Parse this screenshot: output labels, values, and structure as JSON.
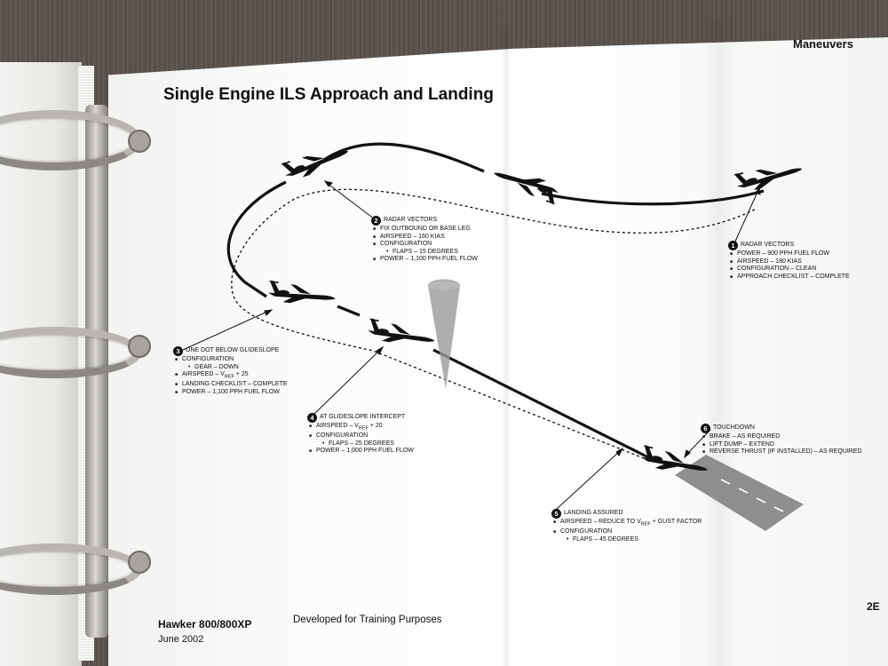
{
  "header": {
    "section": "Maneuvers",
    "title": "Single Engine ILS Approach and Landing"
  },
  "footer": {
    "model": "Hawker 800/800XP",
    "date": "June 2002",
    "note": "Developed for Training Purposes",
    "page_number": "2E"
  },
  "callouts": [
    {
      "number": "1",
      "heading": "RADAR VECTORS",
      "items": [
        {
          "level": 1,
          "text": "POWER – 900 PPH FUEL FLOW"
        },
        {
          "level": 1,
          "text": "AIRSPEED – 180 KIAS"
        },
        {
          "level": 1,
          "text": "CONFIGURATION – CLEAN"
        },
        {
          "level": 1,
          "text": "APPROACH CHECKLIST – COMPLETE"
        }
      ]
    },
    {
      "number": "2",
      "heading": "RADAR VECTORS",
      "items": [
        {
          "level": 1,
          "text": "FIX OUTBOUND OR BASE LEG"
        },
        {
          "level": 1,
          "text": "AIRSPEED – 160 KIAS"
        },
        {
          "level": 1,
          "text": "CONFIGURATION"
        },
        {
          "level": 2,
          "text": "FLAPS – 15 DEGREES"
        },
        {
          "level": 1,
          "text": "POWER – 1,100 PPH FUEL FLOW"
        }
      ]
    },
    {
      "number": "3",
      "heading": "ONE DOT BELOW GLIDESLOPE",
      "items": [
        {
          "level": 1,
          "text": "CONFIGURATION"
        },
        {
          "level": 2,
          "text": "GEAR – DOWN"
        },
        {
          "level": 1,
          "text": "AIRSPEED – V",
          "sub": "REF",
          "after": " + 25"
        },
        {
          "level": 1,
          "text": "LANDING CHECKLIST – COMPLETE"
        },
        {
          "level": 1,
          "text": "POWER – 1,100 PPH FUEL FLOW"
        }
      ]
    },
    {
      "number": "4",
      "heading": "AT GLIDESLOPE INTERCEPT",
      "items": [
        {
          "level": 1,
          "text": "AIRSPEED – V",
          "sub": "REF",
          "after": " + 20"
        },
        {
          "level": 1,
          "text": "CONFIGURATION"
        },
        {
          "level": 2,
          "text": "FLAPS – 25 DEGREES"
        },
        {
          "level": 1,
          "text": "POWER – 1,000 PPH FUEL FLOW"
        }
      ]
    },
    {
      "number": "5",
      "heading": "LANDING ASSURED",
      "items": [
        {
          "level": 1,
          "text": "AIRSPEED – REDUCE TO V",
          "sub": "REF",
          "after": " + GUST FACTOR"
        },
        {
          "level": 1,
          "text": "CONFIGURATION"
        },
        {
          "level": 2,
          "text": "FLAPS – 45 DEGREES"
        }
      ]
    },
    {
      "number": "6",
      "heading": "TOUCHDOWN",
      "items": [
        {
          "level": 1,
          "text": "BRAKE – AS REQUIRED"
        },
        {
          "level": 1,
          "text": "LIFT DUMP – EXTEND"
        },
        {
          "level": 1,
          "text": "REVERSE THRUST (IF INSTALLED) – AS REQUIRED"
        }
      ]
    }
  ],
  "icons": {
    "aircraft": "jet-aircraft-icon",
    "glideslope_beam": "glideslope-cone-icon",
    "runway": "runway-icon"
  },
  "colors": {
    "ink": "#111111",
    "paper": "#ffffff",
    "beam": "#9a9a9a",
    "runway": "#8e8e8e"
  }
}
